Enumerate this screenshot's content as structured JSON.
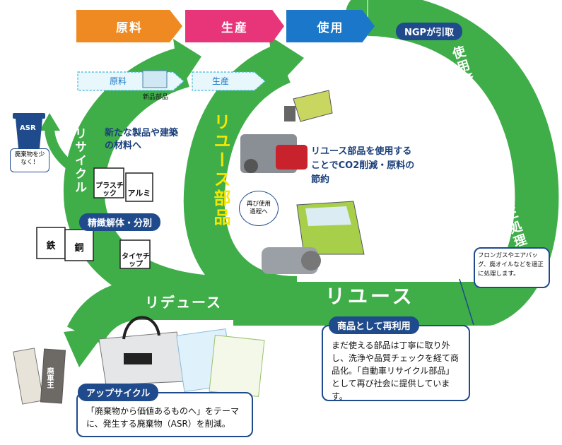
{
  "header": {
    "materials": "原料",
    "production": "生産",
    "use": "使用",
    "ngp_collect": "NGPが引取"
  },
  "sub_arrows": {
    "materials": "原料",
    "production": "生産",
    "new_parts": "新品部品"
  },
  "asr_bin": {
    "label": "ASR",
    "note": "廃棄物を少なく！"
  },
  "recycle": {
    "title": "リサイクル",
    "headline": "新たな製品や建築の材料へ",
    "bins": [
      "プラスチック",
      "アルミ",
      "鉄",
      "銅",
      "タイヤチップ"
    ],
    "process": "精緻解体・分別"
  },
  "reuse_parts": {
    "title": "リユース部品",
    "headline": "リユース部品を使用することでCO2削減・原料の節約",
    "bubble": "再び使用過程へ"
  },
  "right_arc": {
    "text": "使用済み自動車の回収・適正処理",
    "note": "フロンガスやエアバッグ、廃オイルなどを適正に処理します。"
  },
  "reduce": {
    "title": "リデュース"
  },
  "reuse": {
    "title": "リユース"
  },
  "commercial": {
    "pill": "商品として再利用",
    "body": "まだ使える部品は丁寧に取り外し、洗浄や品質チェックを経て商品化。「自動車リサイクル部品」として再び社会に提供しています。"
  },
  "upcycle": {
    "pill": "アップサイクル",
    "body": "「廃棄物から価値あるものへ」をテーマに、発生する廃棄物（ASR）を削減。",
    "product_label": "廃車王"
  },
  "colors": {
    "green": "#3fae49",
    "blue": "#1f4b8c",
    "orange": "#ef8a22",
    "pink": "#e8357a",
    "sky": "#1a77c9",
    "yellow": "#f5e600"
  }
}
